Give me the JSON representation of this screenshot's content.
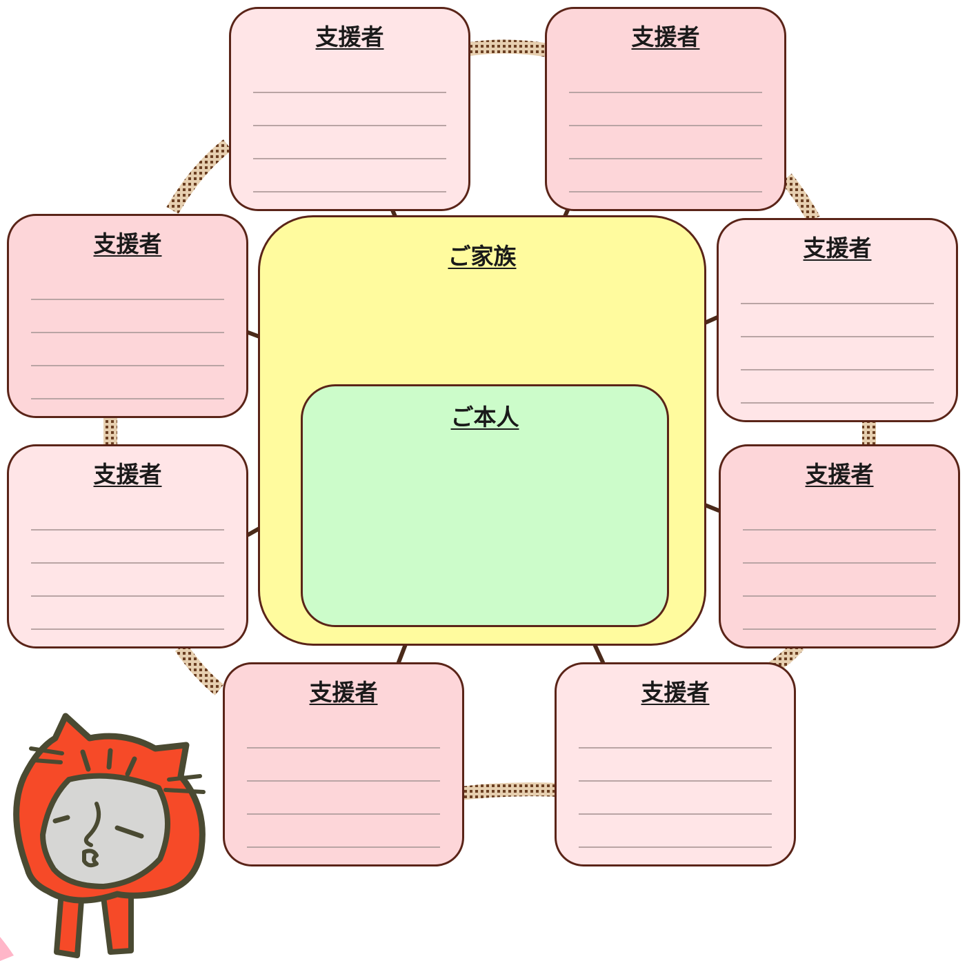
{
  "diagram": {
    "center_outer": {
      "label": "ご家族",
      "fill": "#fffb9e"
    },
    "center_inner": {
      "label": "ご本人",
      "fill": "#ccfcca"
    },
    "supporters": [
      {
        "label": "支援者"
      },
      {
        "label": "支援者"
      },
      {
        "label": "支援者"
      },
      {
        "label": "支援者"
      },
      {
        "label": "支援者"
      },
      {
        "label": "支援者"
      },
      {
        "label": "支援者"
      },
      {
        "label": "支援者"
      }
    ],
    "colors": {
      "supporter_light": "#ffe5e7",
      "supporter_dark": "#fdd6d9",
      "border": "#5a2418",
      "rope": "#e2c7a3"
    }
  },
  "mascot": {
    "icon": "red-cat-hood-mascot-icon"
  }
}
